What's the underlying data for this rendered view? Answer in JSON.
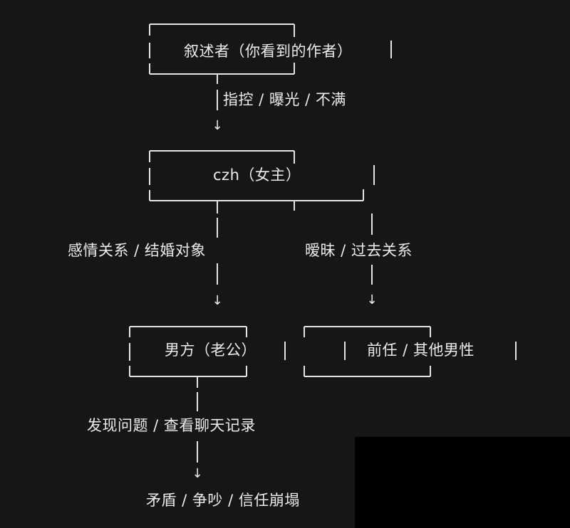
{
  "nodes": {
    "narrator": "叙述者（你看到的作者）",
    "czh": "czh（女主）",
    "husband": "男方（老公）",
    "ex": "前任 / 其他男性",
    "outcome": "矛盾 / 争吵 / 信任崩塌"
  },
  "edges": {
    "narrator_to_czh": "指控 / 曝光 / 不满",
    "czh_to_husband": "感情关系 / 结婚对象",
    "czh_to_ex": "暧昧 / 过去关系",
    "husband_to_outcome": "发现问题 / 查看聊天记录"
  },
  "symbols": {
    "arrow": "↓"
  },
  "colors": {
    "background": "#161616",
    "line": "#e6e6e6",
    "text": "#ececec"
  }
}
